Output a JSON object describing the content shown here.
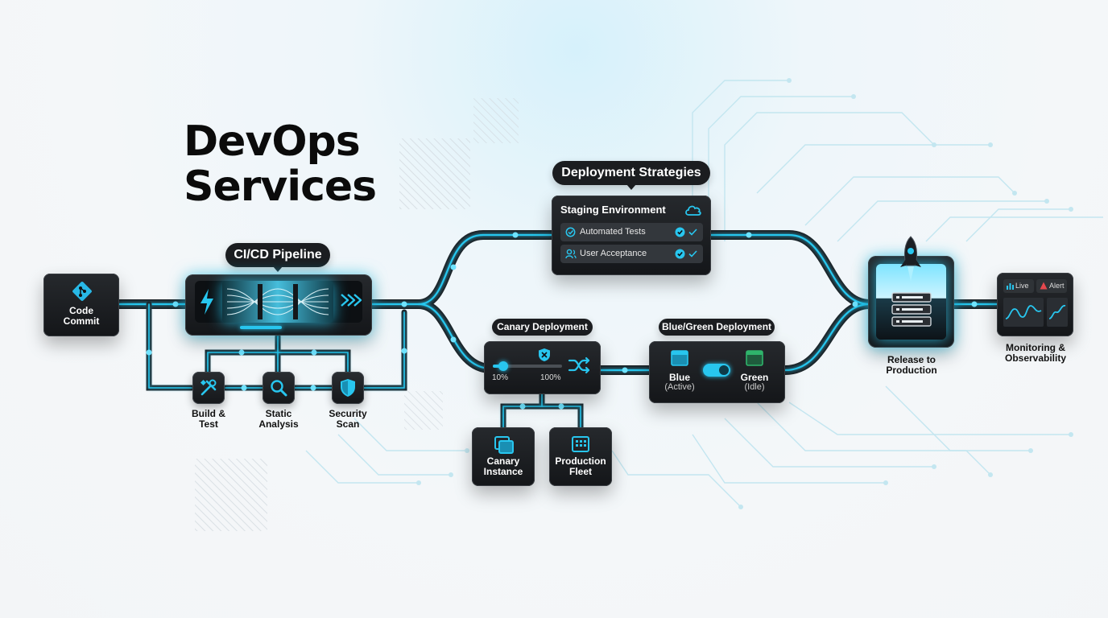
{
  "title": {
    "line1": "DevOps",
    "line2": "Services"
  },
  "code_commit": {
    "label_line1": "Code",
    "label_line2": "Commit",
    "icon": "git-icon"
  },
  "pipeline": {
    "label": "CI/CD Pipeline",
    "steps": [
      {
        "label_line1": "Build &",
        "label_line2": "Test",
        "icon": "tools-icon"
      },
      {
        "label_line1": "Static",
        "label_line2": "Analysis",
        "icon": "magnifier-icon"
      },
      {
        "label_line1": "Security",
        "label_line2": "Scan",
        "icon": "shield-icon"
      }
    ]
  },
  "deployment_strategies": {
    "label": "Deployment Strategies"
  },
  "staging": {
    "title": "Staging Environment",
    "checks": [
      "Automated Tests",
      "User Acceptance"
    ]
  },
  "canary": {
    "label": "Canary Deployment",
    "slider_min": "10%",
    "slider_max": "100%",
    "slider_fraction": 0.15,
    "instance_line1": "Canary",
    "instance_line2": "Instance",
    "fleet_line1": "Production",
    "fleet_line2": "Fleet"
  },
  "blue_green": {
    "label": "Blue/Green Deployment",
    "blue": "Blue",
    "blue_state": "(Active)",
    "green": "Green",
    "green_state": "(Idle)"
  },
  "release": {
    "label_line1": "Release to",
    "label_line2": "Production",
    "icon": "rocket-icon"
  },
  "monitoring": {
    "live": "Live",
    "alert": "Alert",
    "label_line1": "Monitoring &",
    "label_line2": "Observability"
  },
  "colors": {
    "accent": "#1fc8f0",
    "card": "#1b1d20",
    "title": "#0b0b0b",
    "alert": "#e5484d",
    "green": "#2fb46b"
  }
}
